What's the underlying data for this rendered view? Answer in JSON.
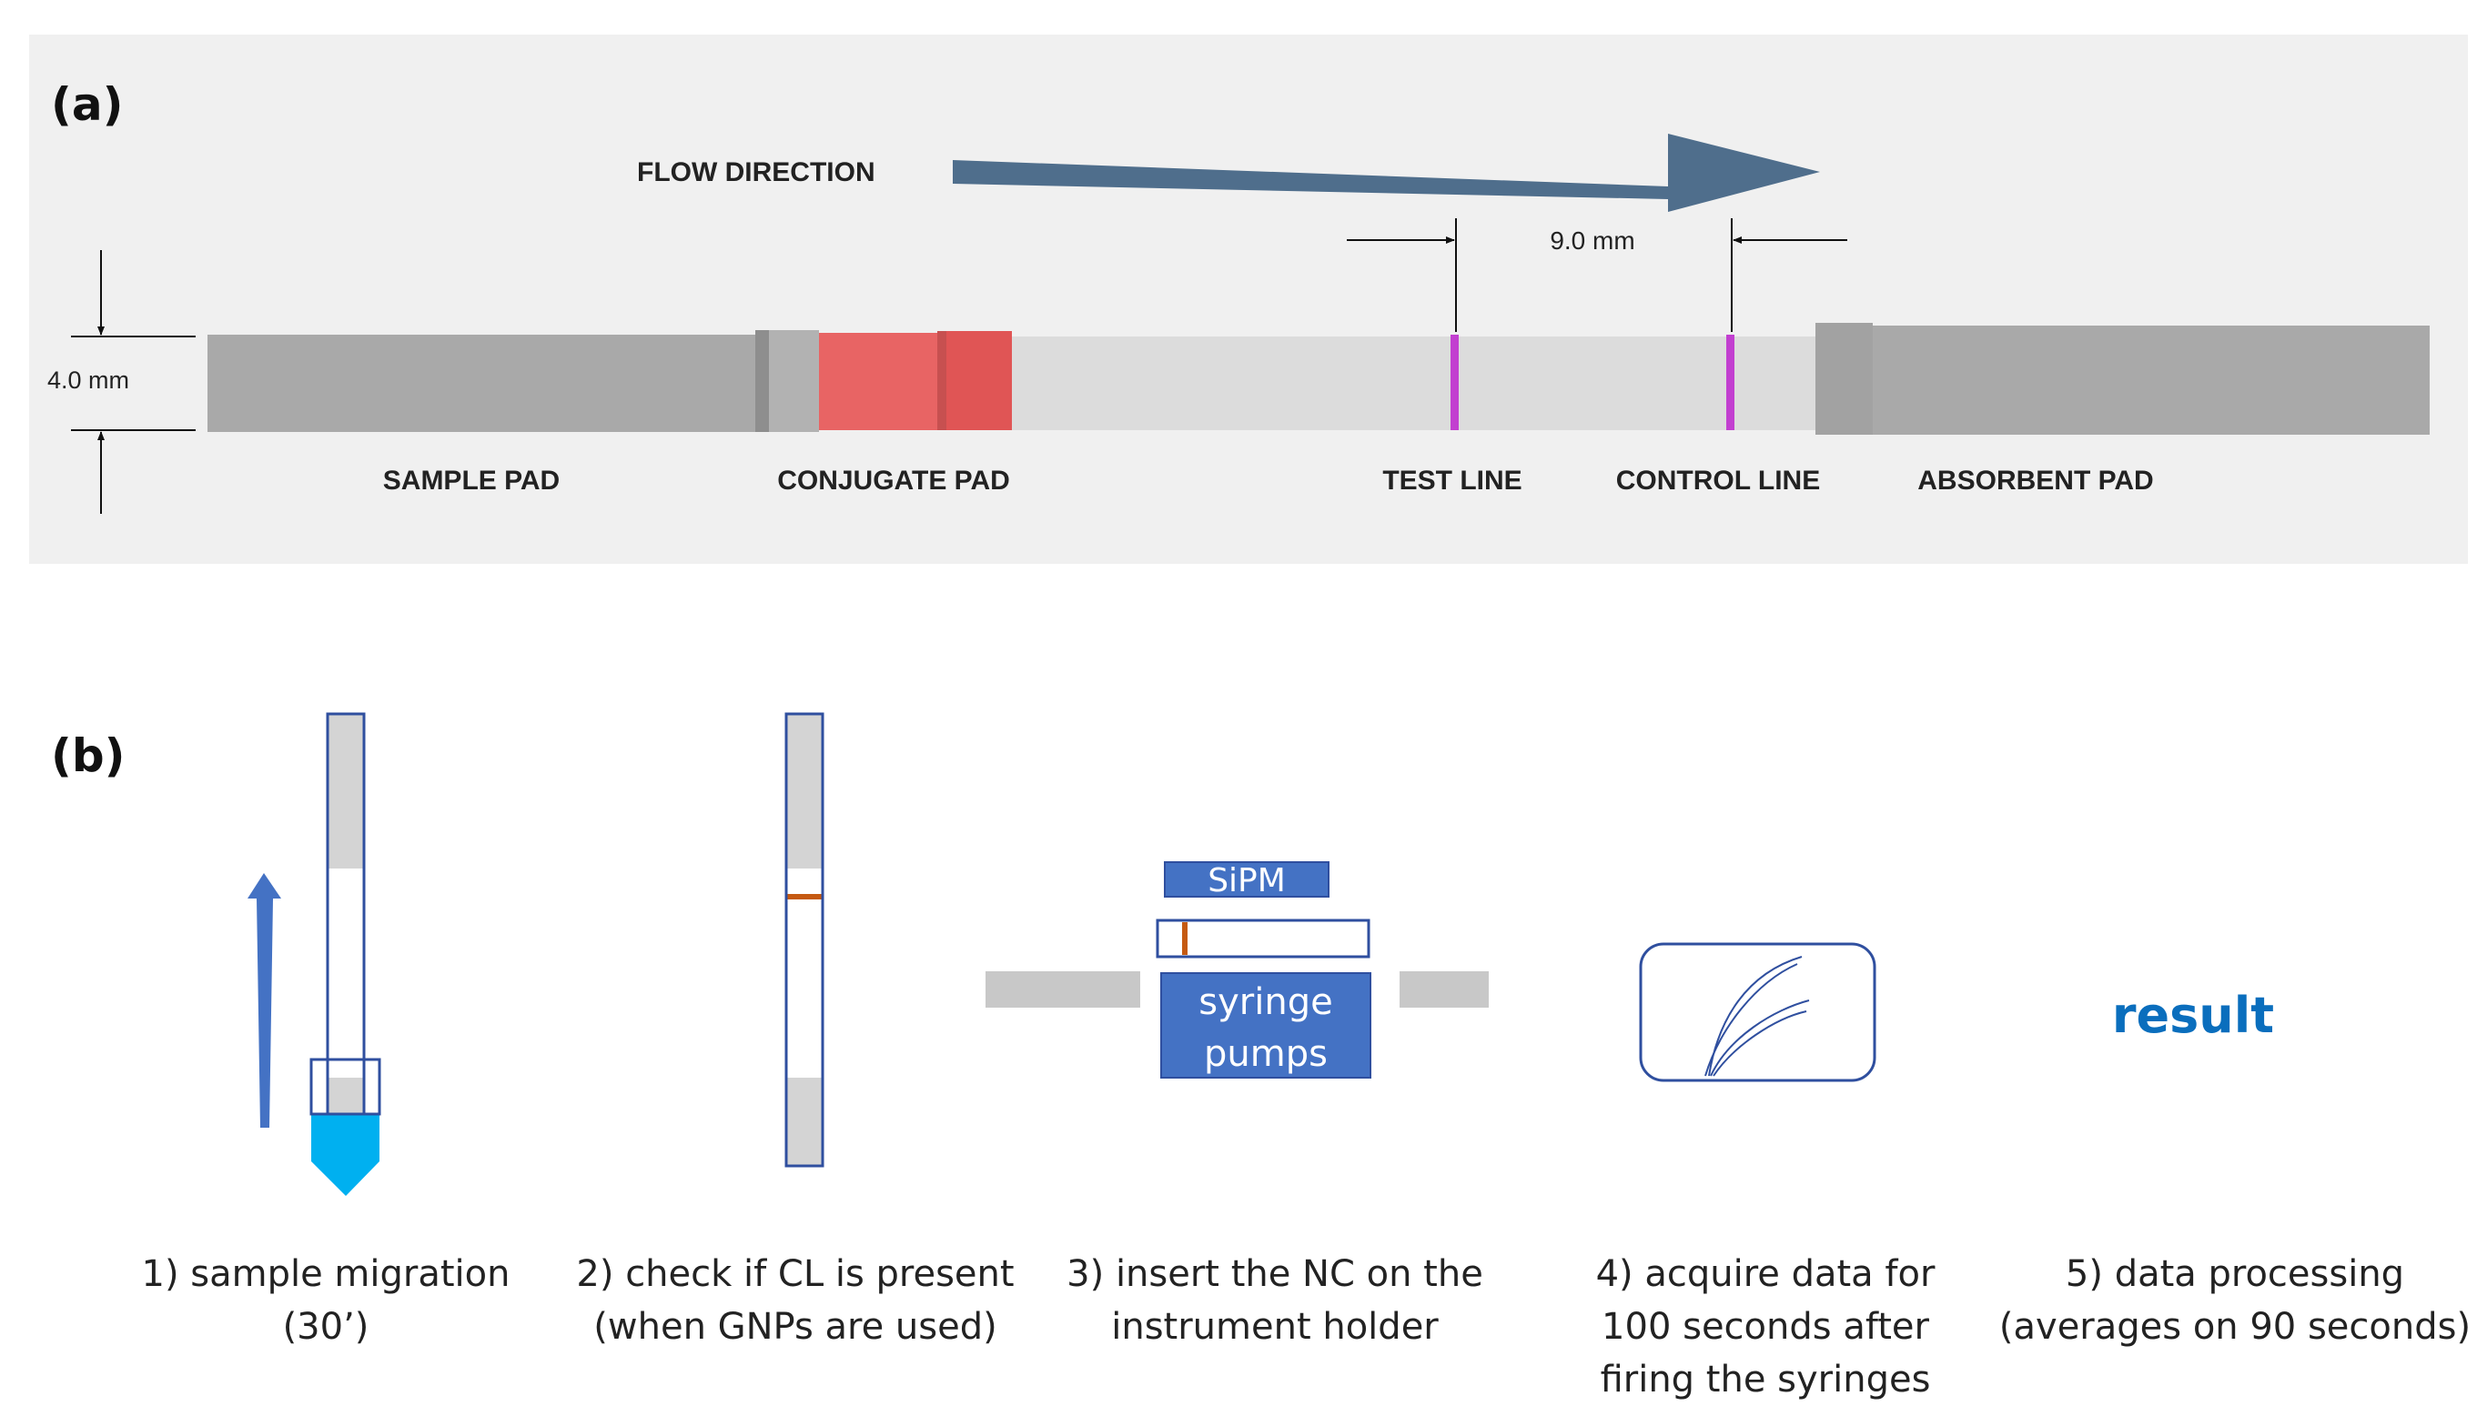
{
  "panel_a": {
    "tag": "(a)",
    "flow_label": "FLOW DIRECTION",
    "width_dimension": "4.0 mm",
    "spacing_dimension": "9.0 mm",
    "parts": {
      "sample_pad": "SAMPLE PAD",
      "conjugate_pad": "CONJUGATE PAD",
      "test_line": "TEST LINE",
      "control_line": "CONTROL LINE",
      "absorbent_pad": "ABSORBENT PAD"
    },
    "colors": {
      "background": "#f0f0f0",
      "pad_gray": "#a9a9a9",
      "membrane": "#dcdcdc",
      "conjugate": "#e86464",
      "line_magenta": "#c23fd0",
      "arrow": "#4f6e8c"
    }
  },
  "panel_b": {
    "tag": "(b)",
    "sipm_label": "SiPM",
    "pump_label_line1": "syringe",
    "pump_label_line2": "pumps",
    "result_label": "result",
    "steps": [
      {
        "line1": "1) sample migration",
        "line2": "(30’)",
        "line3": ""
      },
      {
        "line1": "2) check if CL is present",
        "line2": "(when GNPs are used)",
        "line3": ""
      },
      {
        "line1": "3) insert the NC on the",
        "line2": "instrument holder",
        "line3": ""
      },
      {
        "line1": "4) acquire data for",
        "line2": "100 seconds after",
        "line3": "firing the syringes"
      },
      {
        "line1": "5) data processing",
        "line2": "(averages on 90 seconds)",
        "line3": ""
      }
    ],
    "colors": {
      "outline": "#2f4f9f",
      "box_fill": "#4472c4",
      "liquid": "#00b0f0",
      "line_orange": "#c55a11",
      "result": "#0a6ebd",
      "gray": "#c8c8c8"
    }
  }
}
